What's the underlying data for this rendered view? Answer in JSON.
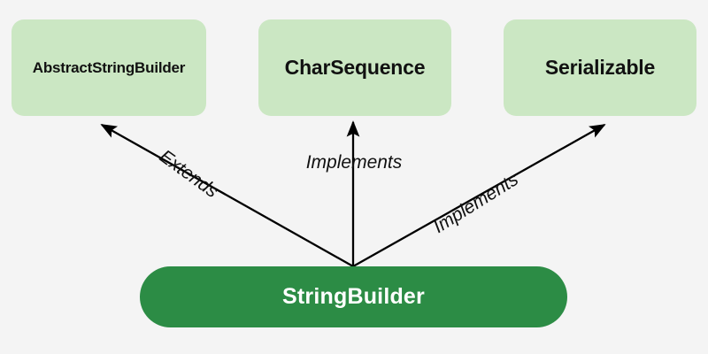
{
  "diagram": {
    "type": "class-hierarchy",
    "background_color": "#f4f4f4",
    "main_class": {
      "label": "StringBuilder",
      "fill_color": "#2c8c45",
      "text_color": "#ffffff",
      "shape": "pill"
    },
    "related_classes": [
      {
        "id": "abstract-string-builder",
        "label": "AbstractStringBuilder",
        "fill_color": "#cbe7c3",
        "text_color": "#111111",
        "shape": "rounded-rect"
      },
      {
        "id": "char-sequence",
        "label": "CharSequence",
        "fill_color": "#cbe7c3",
        "text_color": "#111111",
        "shape": "rounded-rect"
      },
      {
        "id": "serializable",
        "label": "Serializable",
        "fill_color": "#cbe7c3",
        "text_color": "#111111",
        "shape": "rounded-rect"
      }
    ],
    "edges": [
      {
        "id": "extends",
        "label": "Extends",
        "from": "StringBuilder",
        "to": "AbstractStringBuilder",
        "color": "#000000"
      },
      {
        "id": "implements-char-sequence",
        "label": "Implements",
        "from": "StringBuilder",
        "to": "CharSequence",
        "color": "#000000"
      },
      {
        "id": "implements-serializable",
        "label": "Implements",
        "from": "StringBuilder",
        "to": "Serializable",
        "color": "#000000"
      }
    ]
  }
}
